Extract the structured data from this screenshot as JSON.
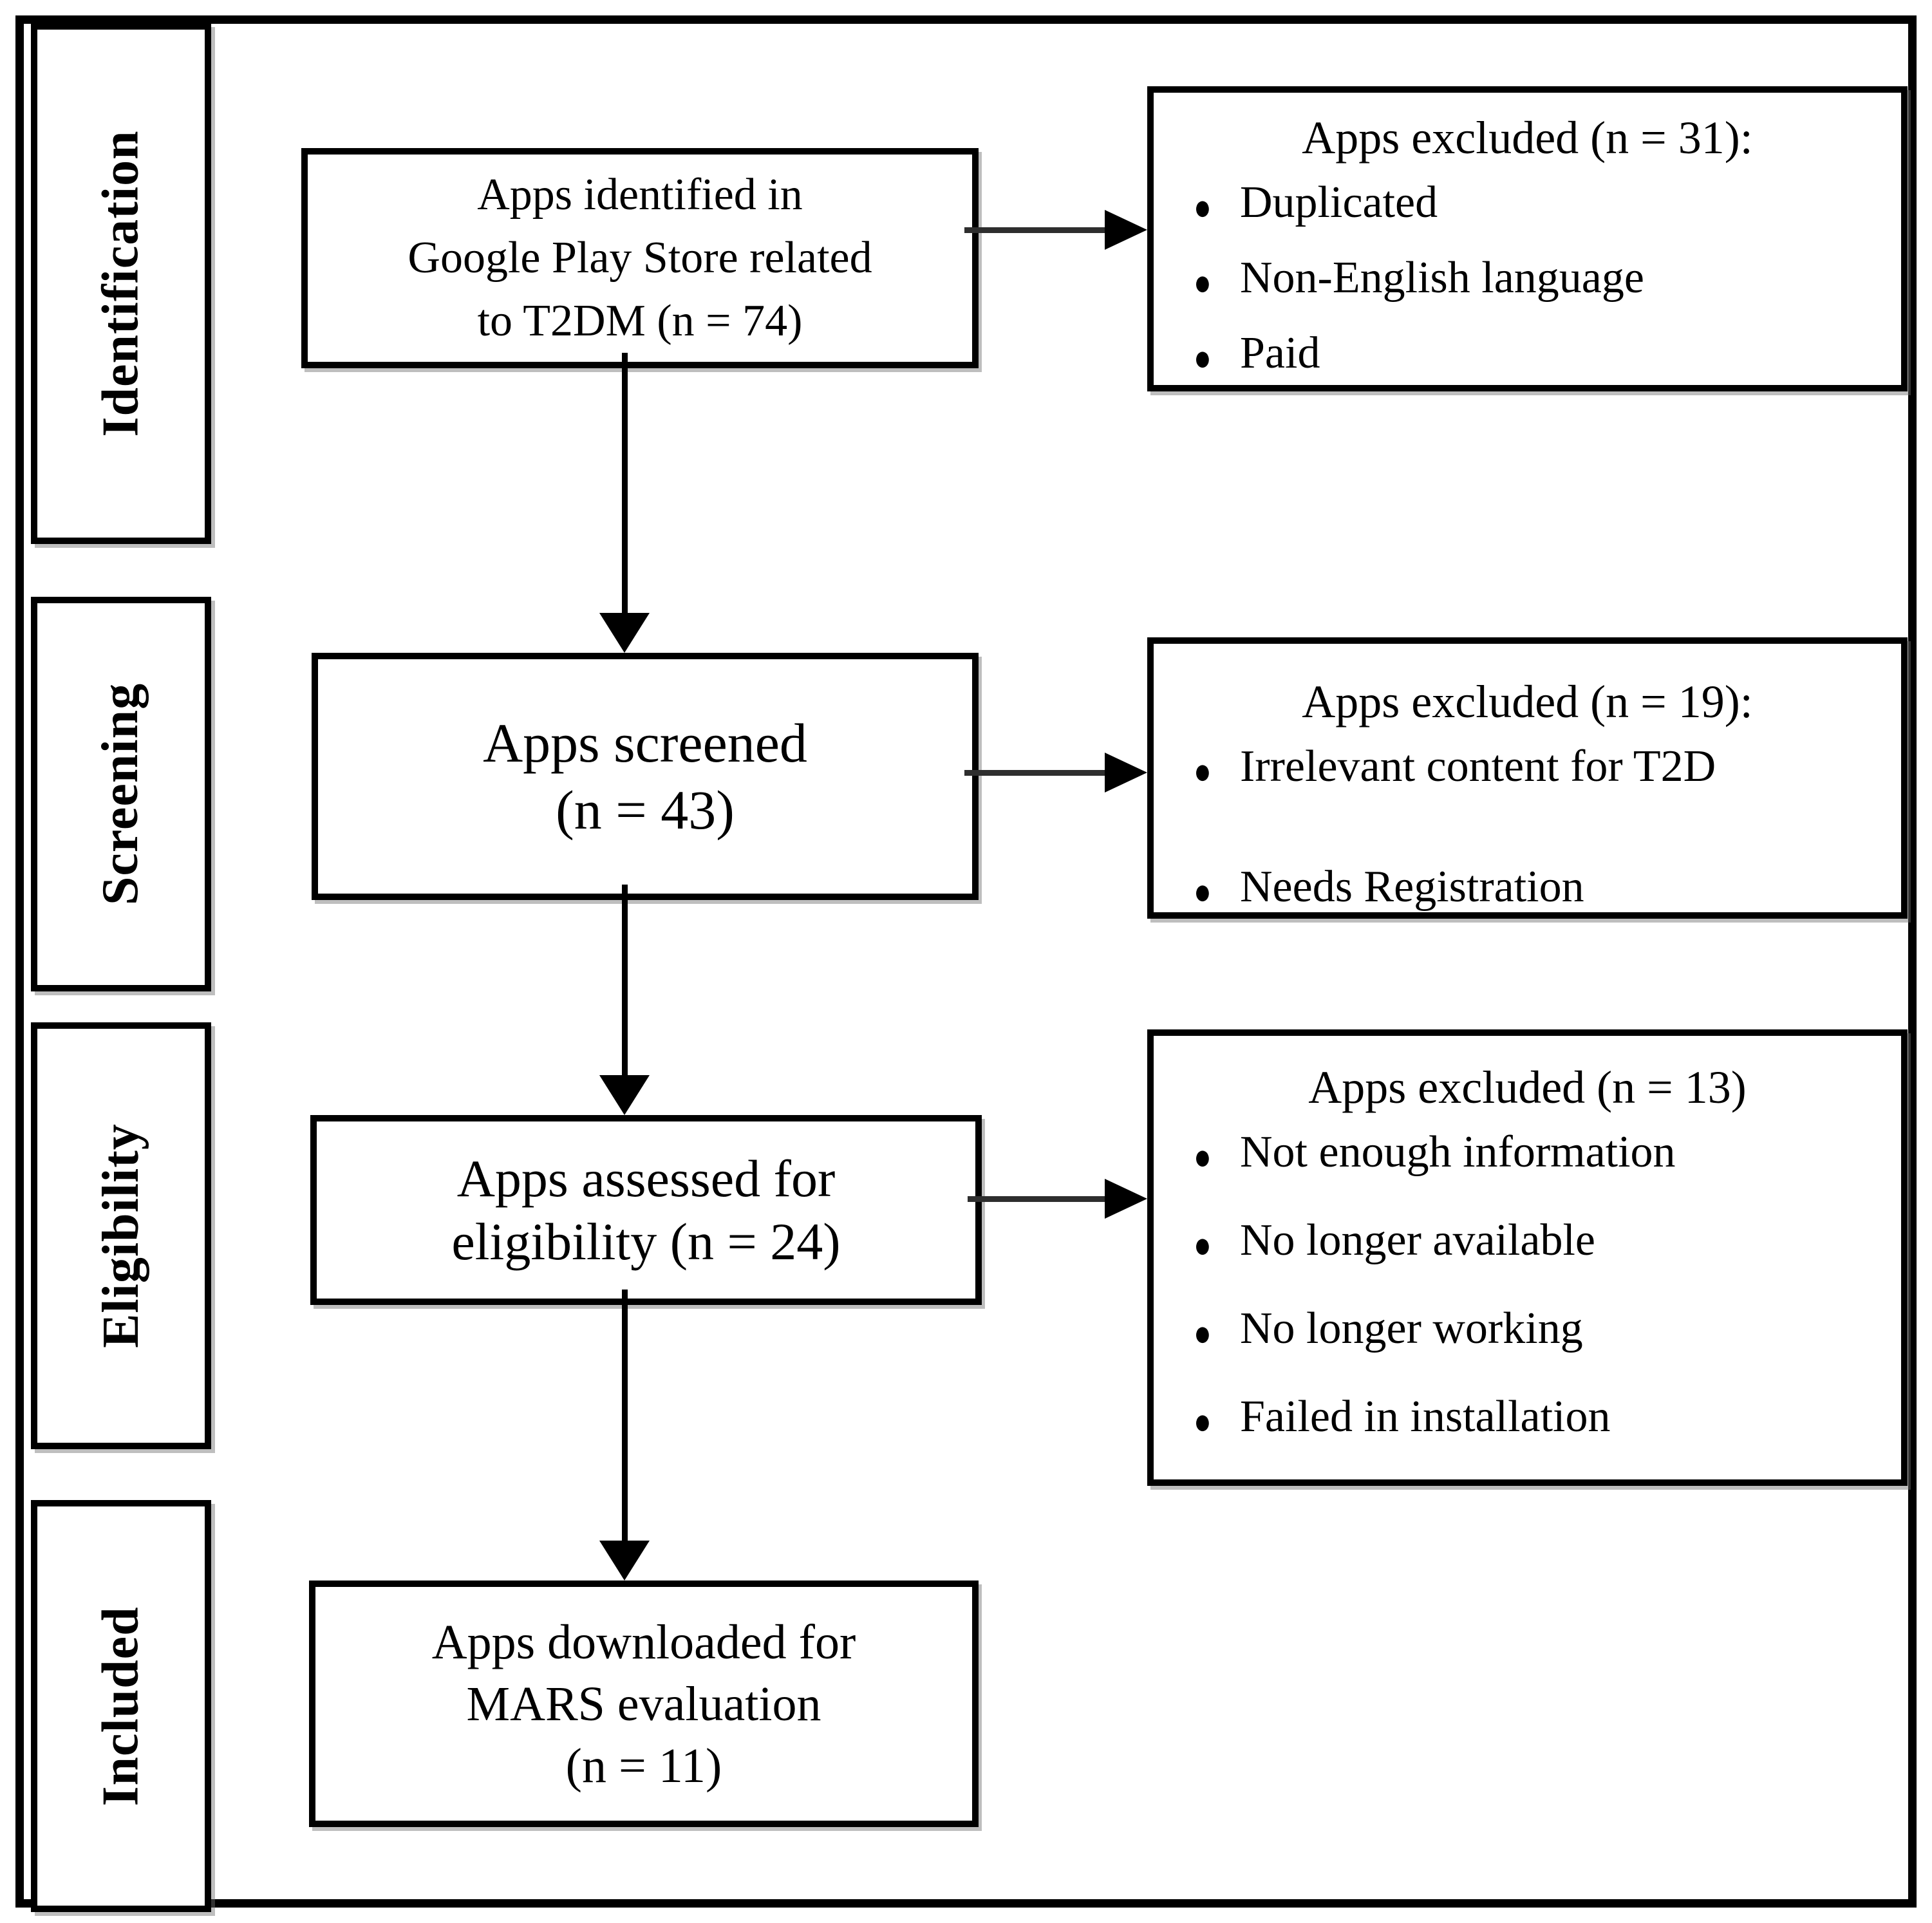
{
  "figure": {
    "stages": [
      {
        "label": "Identification"
      },
      {
        "label": "Screening"
      },
      {
        "label": "Eligibility"
      },
      {
        "label": "Included"
      }
    ],
    "flow_boxes": [
      {
        "lines": [
          "Apps identified in",
          "Google Play Store related",
          "to T2DM (n = 74)"
        ]
      },
      {
        "lines": [
          "Apps screened",
          "(n = 43)"
        ]
      },
      {
        "lines": [
          "Apps assessed for",
          "eligibility (n = 24)"
        ]
      },
      {
        "lines": [
          "Apps downloaded for",
          "MARS evaluation",
          "(n = 11)"
        ]
      }
    ],
    "exclusion_boxes": [
      {
        "title": "Apps excluded (n = 31):",
        "bullets": [
          "Duplicated",
          "Non-English language",
          "Paid"
        ]
      },
      {
        "title": "Apps excluded (n = 19):",
        "bullets": [
          "Irrelevant content for T2D",
          "Needs Registration"
        ]
      },
      {
        "title": "Apps excluded (n = 13)",
        "bullets": [
          "Not enough information",
          "No longer available",
          "No longer working",
          "Failed in installation"
        ]
      }
    ],
    "bullet_glyph": "●",
    "colors": {
      "ink": "#000000",
      "line": "#2e2e2e",
      "background": "#ffffff"
    }
  }
}
